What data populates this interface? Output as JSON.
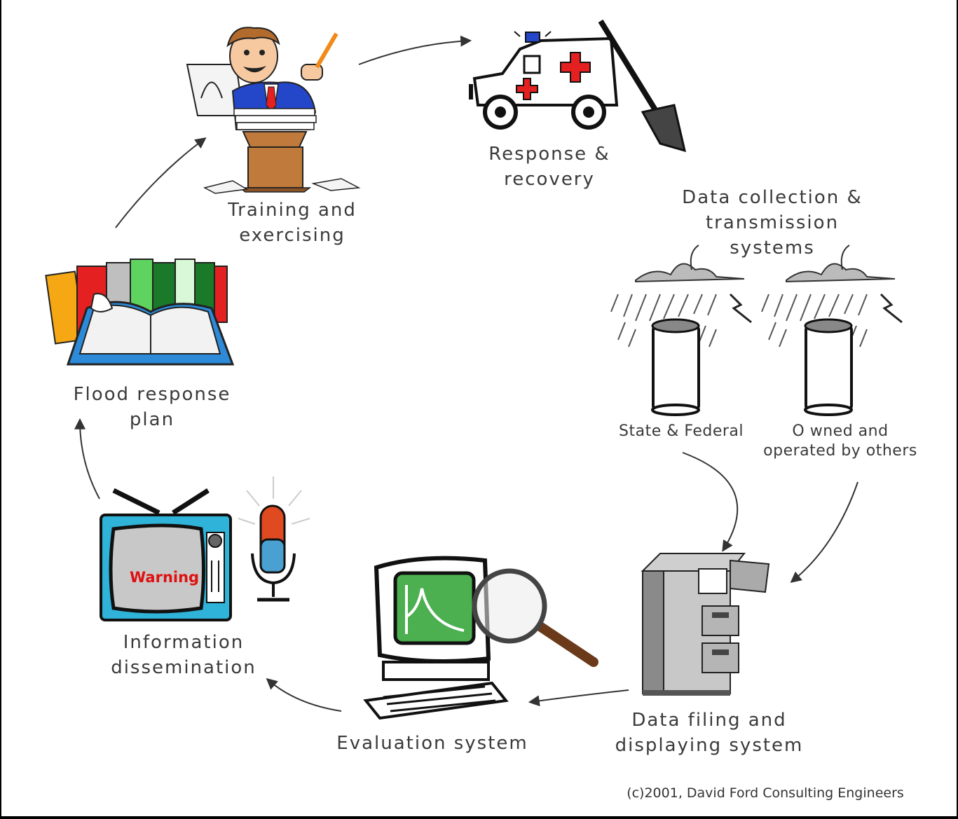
{
  "stages": {
    "training": [
      "Training and",
      "exercising"
    ],
    "response": [
      "Response &",
      "recovery"
    ],
    "data_collection": [
      "Data collection &",
      "transmission",
      "systems"
    ],
    "state_federal": "State & Federal",
    "owned_others": [
      "O wned and",
      "operated by others"
    ],
    "data_filing": [
      "Data filing and",
      "displaying system"
    ],
    "evaluation": "Evaluation system",
    "information": [
      "Information",
      "dissemination"
    ],
    "flood_plan": [
      "Flood response",
      "plan"
    ]
  },
  "tv_warning": "Warning",
  "copyright": "(c)2001, David Ford Consulting Engineers",
  "colors": {
    "tv_body": "#2fb3d8",
    "monitor_screen": "#4caf50",
    "podium": "#c07a3c",
    "jacket": "#2446c8",
    "red_cross": "#e52020",
    "book_cover": "#2c8ad8",
    "warning_text": "#e01010"
  }
}
